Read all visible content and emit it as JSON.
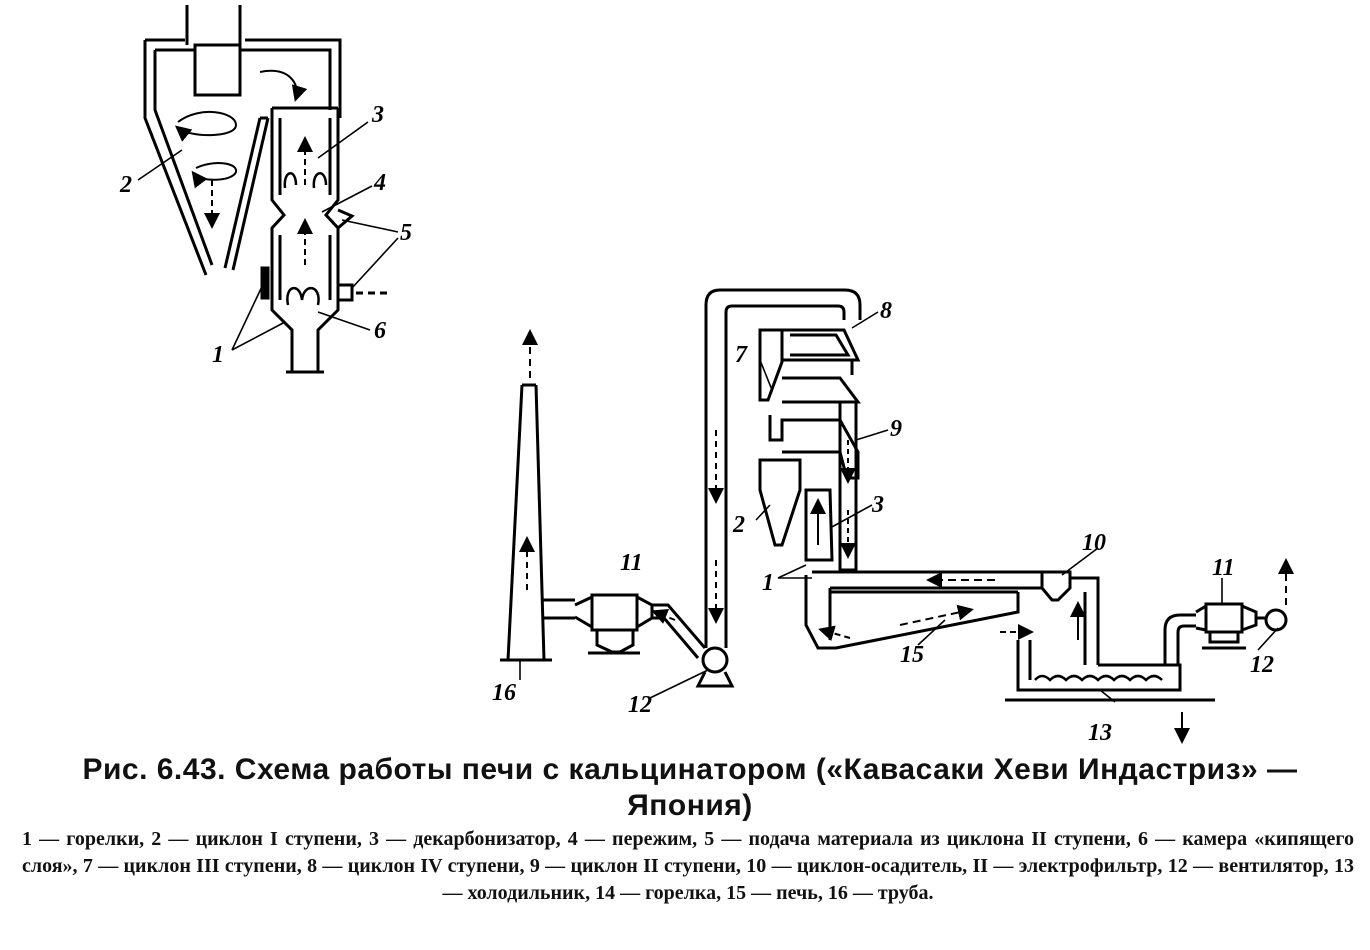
{
  "diagram": {
    "labels": {
      "n1": "1",
      "n2": "2",
      "n3": "3",
      "n4": "4",
      "n5": "5",
      "n6": "6",
      "n7": "7",
      "n8": "8",
      "n9": "9",
      "n10": "10",
      "n11": "11",
      "n12": "12",
      "n13": "13",
      "n15": "15",
      "n16": "16"
    }
  },
  "caption": {
    "title": "Рис. 6.43. Схема работы печи с кальцинатором («Кавасаки Хеви Индастриз» — Япония)",
    "legend": "1 — горелки, 2 — циклон I ступени, 3 — декарбонизатор, 4 — пережим, 5 — подача материала из циклона II ступени, 6 — камера «кипящего слоя», 7 — циклон III ступени, 8 — циклон IV ступени, 9 — циклон II ступени, 10 — циклон-осадитель, II — электрофильтр, 12 — вентилятор, 13 — холодильник, 14 — горелка, 15 — печь, 16 — труба."
  }
}
